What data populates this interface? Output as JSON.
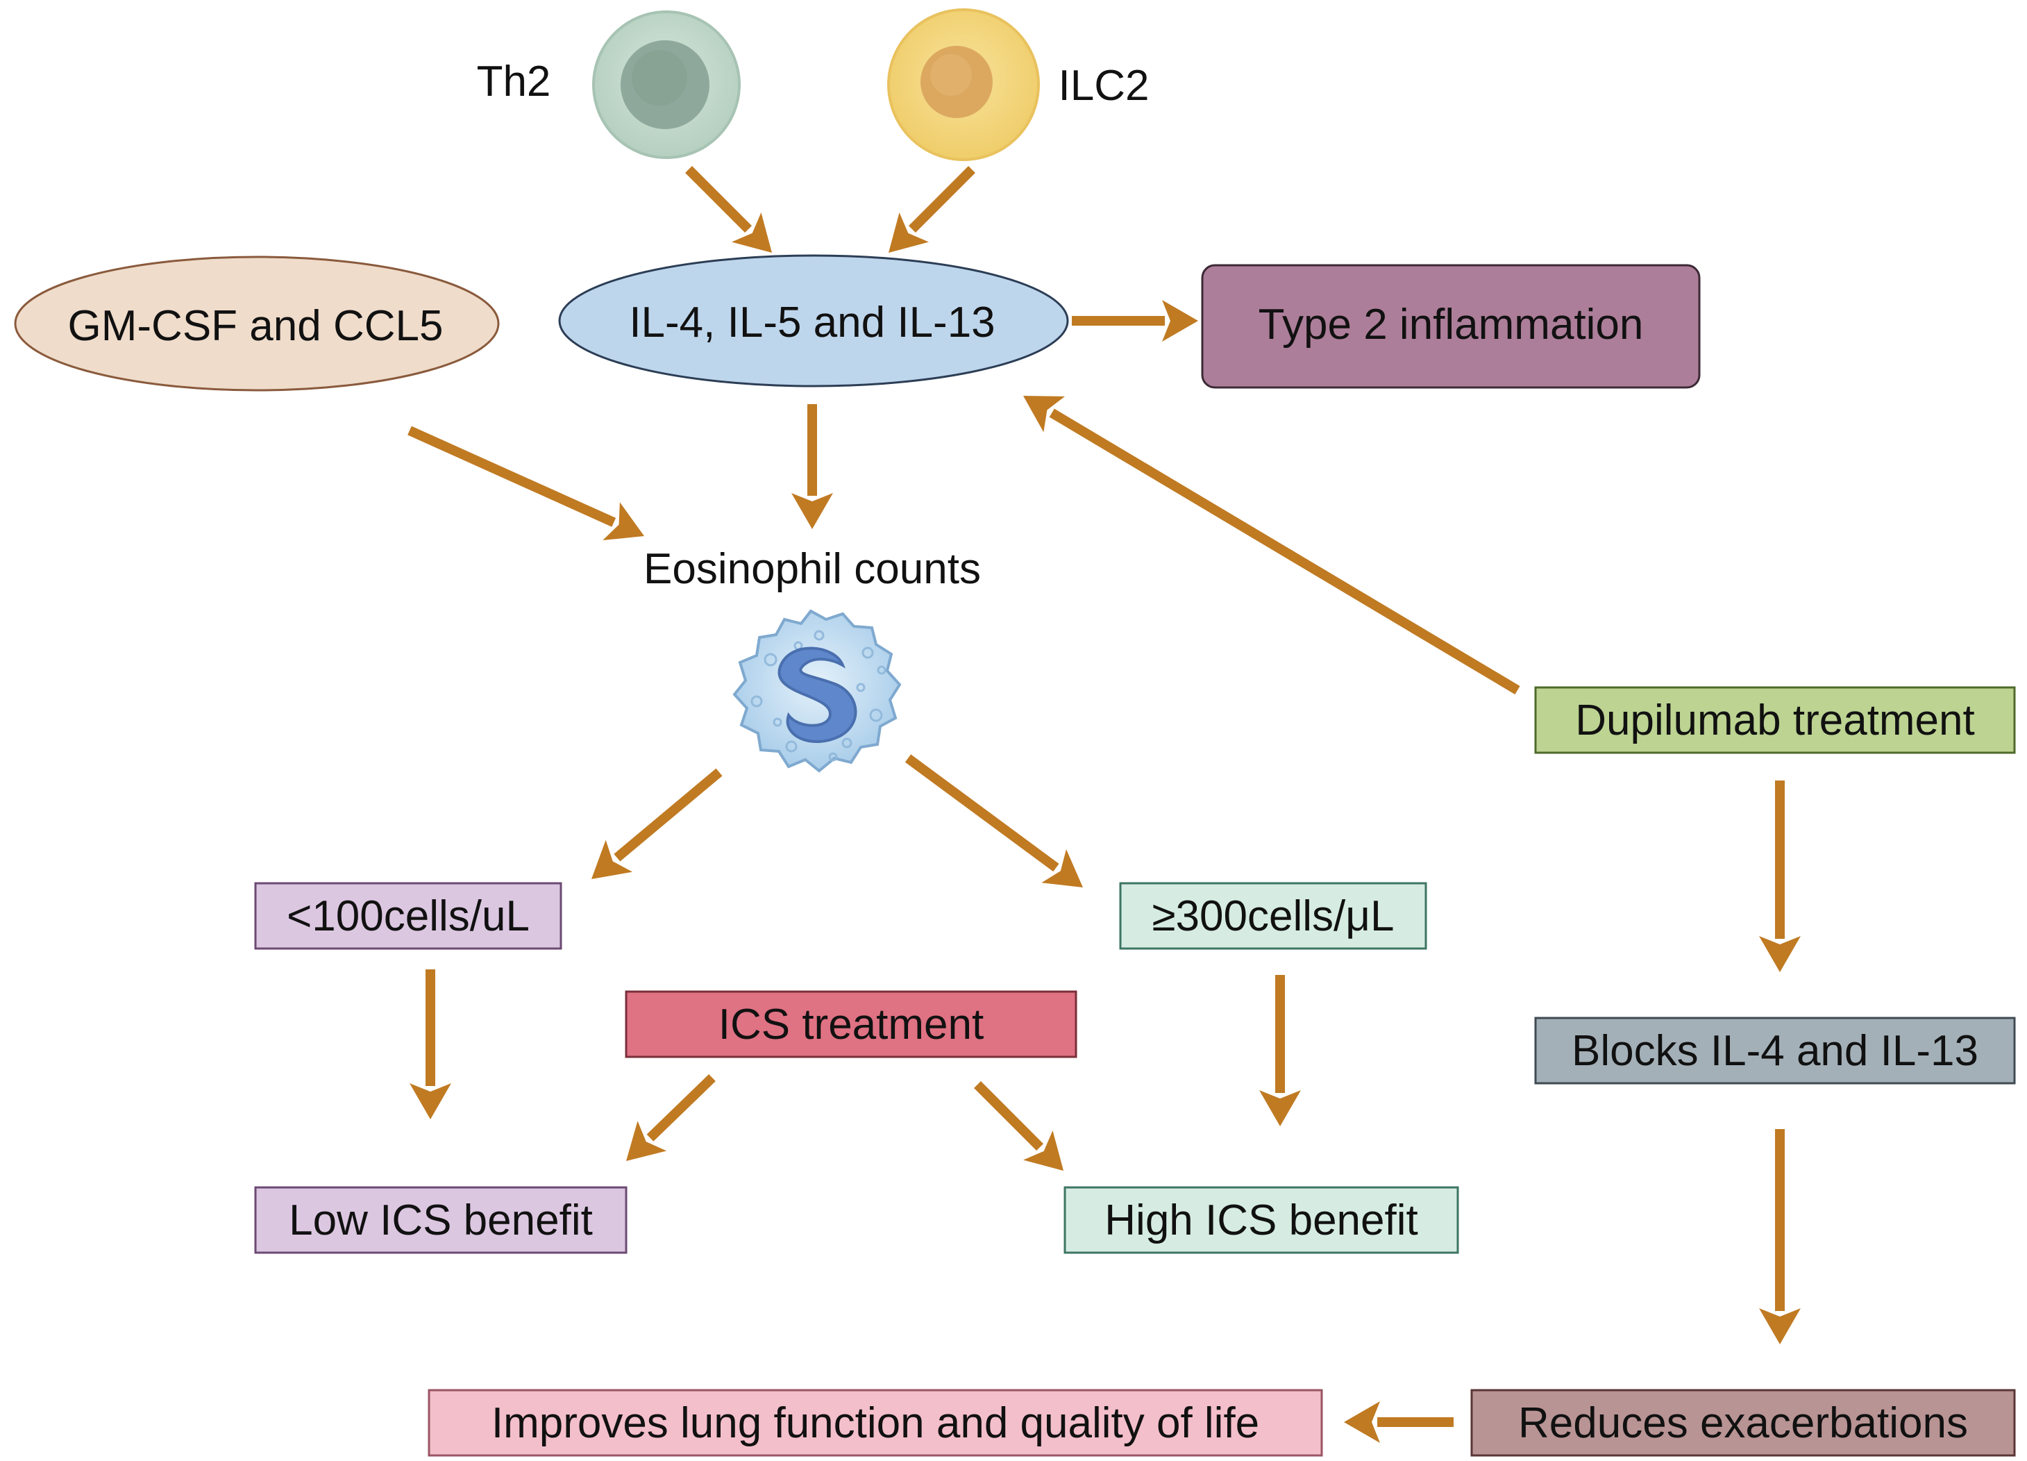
{
  "cells": {
    "th2": {
      "label": "Th2"
    },
    "ilc2": {
      "label": "ILC2"
    }
  },
  "nodes": {
    "cytokines": {
      "label": "IL-4, IL-5 and IL-13"
    },
    "gmcsf": {
      "label": "GM-CSF and CCL5"
    },
    "type2": {
      "label": "Type 2 inflammation"
    },
    "eosinophil": {
      "label": "Eosinophil counts"
    },
    "low_count": {
      "label": "<100cells/uL"
    },
    "high_count": {
      "label": "≥300cells/μL"
    },
    "ics": {
      "label": "ICS treatment"
    },
    "low_benefit": {
      "label": "Low ICS benefit"
    },
    "high_benefit": {
      "label": "High ICS benefit"
    },
    "dupilumab": {
      "label": "Dupilumab treatment"
    },
    "blocks": {
      "label": "Blocks IL-4 and IL-13"
    },
    "reduces": {
      "label": "Reduces exacerbations"
    },
    "improves": {
      "label": "Improves lung function and quality of life"
    }
  },
  "colors": {
    "arrow": "#c07a22",
    "th2_cell": "#bcd6c8",
    "th2_nucleus": "#8aa898",
    "ilc2_cell": "#f4d77e",
    "ilc2_nucleus": "#dba85f",
    "cytokines_fill": "#bed6ec",
    "gmcsf_fill": "#efdccb",
    "type2_fill": "#ad7e99",
    "low_fill": "#dcc7e1",
    "high_fill": "#d6ece3",
    "ics_fill": "#df7283",
    "dupilumab_fill": "#bcd392",
    "blocks_fill": "#a4b0b8",
    "reduces_fill": "#b99494",
    "improves_fill": "#f3bfcb",
    "eosinophil_cell": "#c8e1f3",
    "eosinophil_nucleus": "#5f87cb"
  },
  "icons": {
    "th2": "t-cell-icon",
    "ilc2": "ilc2-cell-icon",
    "eosinophil": "eosinophil-cell-icon"
  }
}
